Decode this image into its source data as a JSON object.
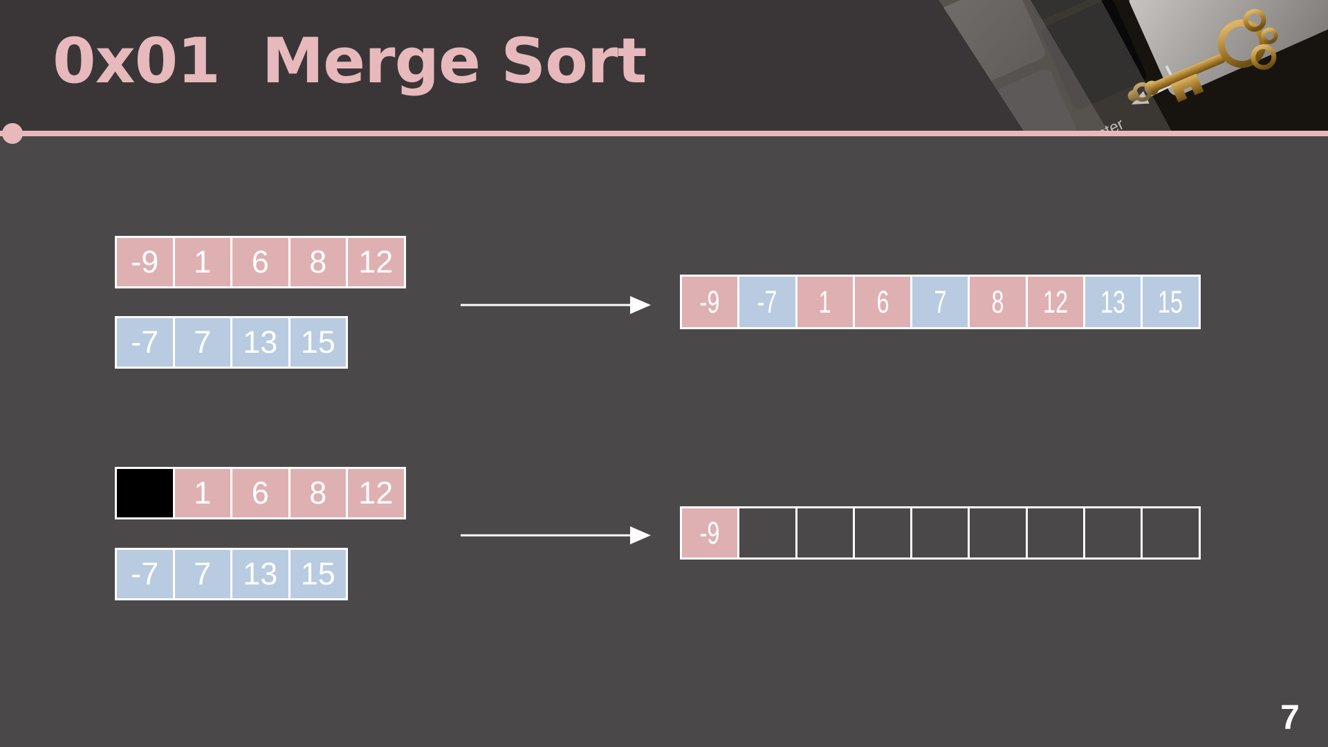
{
  "slide": {
    "title": "0x01  Merge Sort",
    "page_number": "7"
  },
  "colors": {
    "background": "#4b4849",
    "header_background": "#3a3637",
    "accent_pink_line": "#e8b9bb",
    "title_pink": "#e7b9bc",
    "cell_pink": "#dfb0b2",
    "cell_blue": "#b9cbe0",
    "cell_black": "#000000",
    "cell_text": "#ffffff"
  },
  "diagram": {
    "step1": {
      "list_a": {
        "cells": [
          {
            "value": "-9",
            "color": "pink"
          },
          {
            "value": "1",
            "color": "pink"
          },
          {
            "value": "6",
            "color": "pink"
          },
          {
            "value": "8",
            "color": "pink"
          },
          {
            "value": "12",
            "color": "pink"
          }
        ]
      },
      "list_b": {
        "cells": [
          {
            "value": "-7",
            "color": "blue"
          },
          {
            "value": "7",
            "color": "blue"
          },
          {
            "value": "13",
            "color": "blue"
          },
          {
            "value": "15",
            "color": "blue"
          }
        ]
      },
      "merged": {
        "cells": [
          {
            "value": "-9",
            "color": "pink"
          },
          {
            "value": "-7",
            "color": "blue"
          },
          {
            "value": "1",
            "color": "pink"
          },
          {
            "value": "6",
            "color": "pink"
          },
          {
            "value": "7",
            "color": "blue"
          },
          {
            "value": "8",
            "color": "pink"
          },
          {
            "value": "12",
            "color": "pink"
          },
          {
            "value": "13",
            "color": "blue"
          },
          {
            "value": "15",
            "color": "blue"
          }
        ]
      }
    },
    "step2": {
      "list_a": {
        "cells": [
          {
            "value": "",
            "color": "black"
          },
          {
            "value": "1",
            "color": "pink"
          },
          {
            "value": "6",
            "color": "pink"
          },
          {
            "value": "8",
            "color": "pink"
          },
          {
            "value": "12",
            "color": "pink"
          }
        ]
      },
      "list_b": {
        "cells": [
          {
            "value": "-7",
            "color": "blue"
          },
          {
            "value": "7",
            "color": "blue"
          },
          {
            "value": "13",
            "color": "blue"
          },
          {
            "value": "15",
            "color": "blue"
          }
        ]
      },
      "result": {
        "cells": [
          {
            "value": "-9",
            "color": "pink"
          },
          {
            "value": "",
            "color": "empty"
          },
          {
            "value": "",
            "color": "empty"
          },
          {
            "value": "",
            "color": "empty"
          },
          {
            "value": "",
            "color": "empty"
          },
          {
            "value": "",
            "color": "empty"
          },
          {
            "value": "",
            "color": "empty"
          },
          {
            "value": "",
            "color": "empty"
          },
          {
            "value": "",
            "color": "empty"
          }
        ]
      }
    }
  },
  "photo": {
    "enter_key_label": "Enter"
  }
}
